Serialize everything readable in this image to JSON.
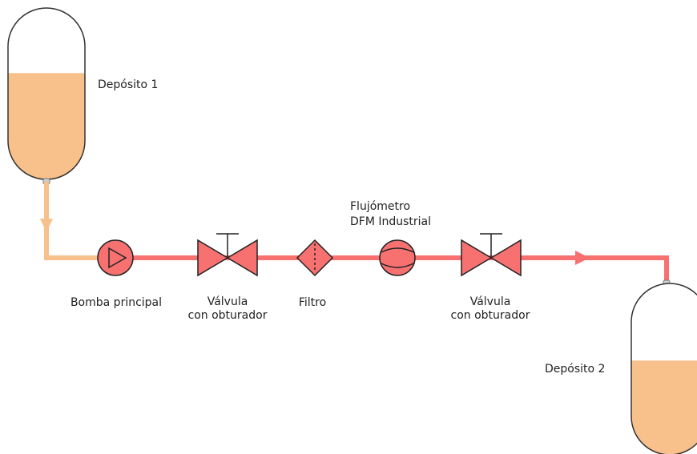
{
  "labels": {
    "tank1": "Depósito 1",
    "tank2": "Depósito 2",
    "pump": "Bomba principal",
    "valve1_line1": "Válvula",
    "valve1_line2": "con obturador",
    "filter": "Filtro",
    "flowmeter_line1": "Flujómetro",
    "flowmeter_line2": "DFM Industrial",
    "valve2_line1": "Válvula",
    "valve2_line2": "con obturador"
  },
  "tanks": {
    "tank1_fill_level": 0.62,
    "tank2_fill_level": 0.55
  },
  "colors": {
    "liquid": "#f8c08b",
    "suction_pipe": "#f8c08b",
    "discharge_pipe": "#f87171",
    "component_fill": "#f87171",
    "component_stroke": "#222222",
    "tank_body": "#ffffff"
  },
  "icons": [
    "pump-icon",
    "gate-valve-icon",
    "filter-icon",
    "flowmeter-icon",
    "flow-arrow-icon",
    "tank-icon"
  ]
}
